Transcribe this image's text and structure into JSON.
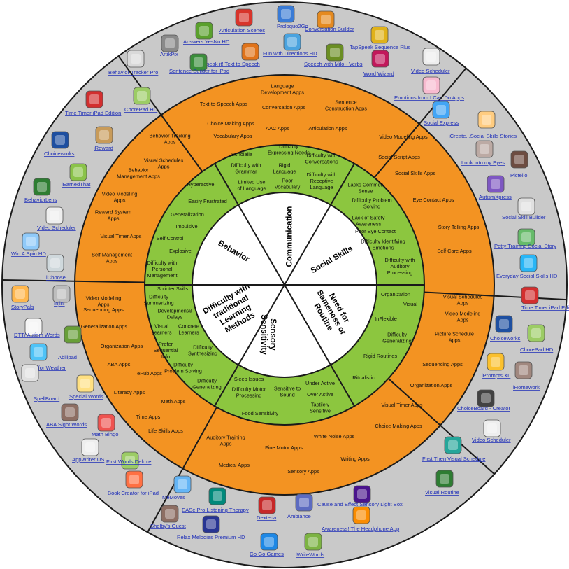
{
  "colors": {
    "outer_ring": "#c9c9c9",
    "mid_ring": "#f39322",
    "inner_ring": "#8cc63f",
    "core": "#ffffff",
    "link": "#1f2fb8",
    "divider": "#1a1a1a"
  },
  "core": [
    {
      "lines": [
        "Communication"
      ]
    },
    {
      "lines": [
        "Social Skills"
      ]
    },
    {
      "lines": [
        "Need for",
        "Sameness or",
        "Routine"
      ]
    },
    {
      "lines": [
        "Sensory",
        "Sensitivity"
      ]
    },
    {
      "lines": [
        "Difficulty with",
        "traditional",
        "Learning",
        "Methods"
      ]
    },
    {
      "lines": [
        "Behavior"
      ]
    }
  ],
  "needs": [
    [
      "Difficulty",
      "Expressing Needs"
    ],
    [
      "Difficulty with",
      "Conversations"
    ],
    [
      "Echolalia"
    ],
    [
      "Difficulty with",
      "Grammar"
    ],
    [
      "Rigid",
      "Language"
    ],
    [
      "Difficulty with",
      "Receptive",
      "Language"
    ],
    [
      "Limited Use",
      "of Language"
    ],
    [
      "Poor",
      "Vocabulary"
    ],
    [
      "Lacks Common",
      "Sense"
    ],
    [
      "Difficulty Problem",
      "Solving"
    ],
    [
      "Lack of Safety",
      "Awareness"
    ],
    [
      "Poor Eye Contact"
    ],
    [
      "Difficulty Identifying",
      "Emotions"
    ],
    [
      "Difficulty with",
      "Auditory",
      "Processing"
    ],
    [
      "Organization"
    ],
    [
      "Visual"
    ],
    [
      "InFlexible"
    ],
    [
      "Difficulty",
      "Generalizing"
    ],
    [
      "Rigid Routines"
    ],
    [
      "Ritualistic"
    ],
    [
      "Sleep Issues"
    ],
    [
      "Under Active"
    ],
    [
      "Difficulty Motor",
      "Processing"
    ],
    [
      "Sensitive to",
      "Sound"
    ],
    [
      "Over Active"
    ],
    [
      "Food Sensitivity"
    ],
    [
      "Tactilely",
      "Sensitive"
    ],
    [
      "Splinter Skills"
    ],
    [
      "Difficulty",
      "Summarizing"
    ],
    [
      "Developmental",
      "Delays"
    ],
    [
      "Visual",
      "Learners"
    ],
    [
      "Concrete",
      "Learners"
    ],
    [
      "Prefer",
      "Sequential",
      "Info"
    ],
    [
      "Difficulty",
      "Synthesizing"
    ],
    [
      "Difficulty",
      "Problem Solving"
    ],
    [
      "Difficulty",
      "Generalizing"
    ],
    [
      "Hyperactive"
    ],
    [
      "Easily Frustrated"
    ],
    [
      "Generalization"
    ],
    [
      "Impulsive"
    ],
    [
      "Self Control"
    ],
    [
      "Explosive"
    ],
    [
      "Difficulty with",
      "Personal",
      "Management"
    ]
  ],
  "app_categories": [
    [
      "Language",
      "Development Apps"
    ],
    [
      "Text-to-Speech Apps"
    ],
    [
      "Conversation Apps"
    ],
    [
      "Sentence",
      "Construction Apps"
    ],
    [
      "Choice Making Apps"
    ],
    [
      "AAC Apps"
    ],
    [
      "Articulation Apps"
    ],
    [
      "Vocabulary Apps"
    ],
    [
      "Video Modeling Apps"
    ],
    [
      "Social Script Apps"
    ],
    [
      "Social Skills Apps"
    ],
    [
      "Eye Contact Apps"
    ],
    [
      "Story Telling Apps"
    ],
    [
      "Self Care Apps"
    ],
    [
      "Visual Schedules",
      "Apps"
    ],
    [
      "Video Modeling",
      "Apps"
    ],
    [
      "Picture Schedule",
      "Apps"
    ],
    [
      "Sequencing Apps"
    ],
    [
      "Organization Apps"
    ],
    [
      "Visual Timer Apps"
    ],
    [
      "Choice Making Apps"
    ],
    [
      "Auditory Training",
      "Apps"
    ],
    [
      "White Noise Apps"
    ],
    [
      "Fine Motor Apps"
    ],
    [
      "Writing Apps"
    ],
    [
      "Medical Apps"
    ],
    [
      "Sensory Apps"
    ],
    [
      "Video Modeling",
      "Apps"
    ],
    [
      "Sequencing Apps"
    ],
    [
      "Generalization Apps"
    ],
    [
      "Organization Apps"
    ],
    [
      "ABA Apps"
    ],
    [
      "ePub Apps"
    ],
    [
      "Literacy Apps"
    ],
    [
      "Math Apps"
    ],
    [
      "Time Apps"
    ],
    [
      "Life Skills Apps"
    ],
    [
      "Behavior Tracking",
      "Apps"
    ],
    [
      "Visual Schedules",
      "Apps"
    ],
    [
      "Behavior",
      "Management Apps"
    ],
    [
      "Video Modeling",
      "Apps"
    ],
    [
      "Reward System",
      "Apps"
    ],
    [
      "Visual Timer Apps"
    ],
    [
      "Self Management",
      "Apps"
    ]
  ],
  "apps": [
    {
      "name": "Articulation Scenes",
      "icon": "articulation-scenes-icon",
      "color": "#d8342b"
    },
    {
      "name": "Proloquo2Go",
      "icon": "proloquo2go-icon",
      "color": "#3a7bd5"
    },
    {
      "name": "Answers:YesNo HD",
      "icon": "answers-yesno-icon",
      "color": "#5aa02c"
    },
    {
      "name": "Conversation Builder",
      "icon": "conversation-builder-icon",
      "color": "#e58a1f"
    },
    {
      "name": "ArtikPix",
      "icon": "artikpix-icon",
      "color": "#8a8a8a"
    },
    {
      "name": "TapSpeak Sequence Plus",
      "icon": "tapspeak-icon",
      "color": "#e0b21a"
    },
    {
      "name": "Fun with Directions HD",
      "icon": "fun-with-directions-icon",
      "color": "#4aa3df"
    },
    {
      "name": "Speak it! Text to Speech",
      "icon": "speak-it-icon",
      "color": "#e0731a"
    },
    {
      "name": "Speech with Milo - Verbs",
      "icon": "speech-with-milo-icon",
      "color": "#6b8e23"
    },
    {
      "name": "Word Wizard",
      "icon": "word-wizard-icon",
      "color": "#c2185b"
    },
    {
      "name": "Sentence Builder for iPad",
      "icon": "sentence-builder-icon",
      "color": "#3b8e3b"
    },
    {
      "name": "Behavior Tracker Pro",
      "icon": "behavior-tracker-icon",
      "color": "#d9d9d9"
    },
    {
      "name": "Time Timer iPad Edition",
      "icon": "time-timer-icon",
      "color": "#d32f2f"
    },
    {
      "name": "ChorePad HD",
      "icon": "chorepad-icon",
      "color": "#9ccc65"
    },
    {
      "name": "Choiceworks",
      "icon": "choiceworks-icon",
      "color": "#1e4fa0"
    },
    {
      "name": "iReward",
      "icon": "ireward-icon",
      "color": "#c89b5a"
    },
    {
      "name": "iEarnedThat",
      "icon": "iearnedthat-icon",
      "color": "#8bc34a"
    },
    {
      "name": "BehaviorLens",
      "icon": "behaviorlens-icon",
      "color": "#2e7d32"
    },
    {
      "name": "Video Scheduler",
      "icon": "video-scheduler-icon",
      "color": "#eeeeee"
    },
    {
      "name": "Win A Spin HD",
      "icon": "win-a-spin-icon",
      "color": "#90caf9"
    },
    {
      "name": "iChoose",
      "icon": "ichoose-icon",
      "color": "#cfd8dc"
    },
    {
      "name": "Video Scheduler",
      "icon": "video-scheduler-icon",
      "color": "#eeeeee"
    },
    {
      "name": "Emotions from I Can Do Apps",
      "icon": "emotions-icon",
      "color": "#f8bbd0"
    },
    {
      "name": "Social Express",
      "icon": "social-express-icon",
      "color": "#42a5f5"
    },
    {
      "name": "iCreate...Social Skills Stories",
      "icon": "icreate-icon",
      "color": "#ffcc80"
    },
    {
      "name": "Look into my Eyes",
      "icon": "look-into-my-eyes-icon",
      "color": "#bcaaa4"
    },
    {
      "name": "Pictello",
      "icon": "pictello-icon",
      "color": "#6d4c41"
    },
    {
      "name": "AutismXpress",
      "icon": "autismxpress-icon",
      "color": "#7e57c2"
    },
    {
      "name": "Social Skill Builder",
      "icon": "social-skill-builder-icon",
      "color": "#e0e0e0"
    },
    {
      "name": "Potty Training Social Story",
      "icon": "potty-training-icon",
      "color": "#66bb6a"
    },
    {
      "name": "Everyday Social Skills HD",
      "icon": "everyday-social-skills-icon",
      "color": "#29b6f6"
    },
    {
      "name": "Time Timer iPad Edition",
      "icon": "time-timer-icon",
      "color": "#d32f2f"
    },
    {
      "name": "Choiceworks",
      "icon": "choiceworks-icon",
      "color": "#1e4fa0"
    },
    {
      "name": "ChorePad HD",
      "icon": "chorepad-icon",
      "color": "#9ccc65"
    },
    {
      "name": "iPrompts XL",
      "icon": "iprompts-icon",
      "color": "#fbc02d"
    },
    {
      "name": "iHomework",
      "icon": "ihomework-icon",
      "color": "#a1887f"
    },
    {
      "name": "ChoiceBoard - Creator",
      "icon": "choiceboard-icon",
      "color": "#424242"
    },
    {
      "name": "Video Scheduler",
      "icon": "video-scheduler-icon",
      "color": "#eeeeee"
    },
    {
      "name": "First Then Visual Schedule",
      "icon": "first-then-icon",
      "color": "#26a69a"
    },
    {
      "name": "Visual Routine",
      "icon": "visual-routine-icon",
      "color": "#2e7d32"
    },
    {
      "name": "Cause and Effect Sensory Light Box",
      "icon": "cause-effect-icon",
      "color": "#4a148c"
    },
    {
      "name": "Awareness! The Headphone App",
      "icon": "awareness-icon",
      "color": "#fb8c00"
    },
    {
      "name": "Ambiance",
      "icon": "ambiance-icon",
      "color": "#5c6bc0"
    },
    {
      "name": "Dexteria",
      "icon": "dexteria-icon",
      "color": "#c62828"
    },
    {
      "name": "iWriteWords",
      "icon": "iwritewords-icon",
      "color": "#7cb342"
    },
    {
      "name": "Go Go Games",
      "icon": "go-go-games-icon",
      "color": "#1e88e5"
    },
    {
      "name": "MeMoves",
      "icon": "memoves-icon",
      "color": "#64b5f6"
    },
    {
      "name": "EASe Pro Listening Therapy",
      "icon": "ease-pro-icon",
      "color": "#00897b"
    },
    {
      "name": "Shelby's Quest",
      "icon": "shelbys-quest-icon",
      "color": "#8d6e63"
    },
    {
      "name": "Relax Melodies Premium HD",
      "icon": "relax-melodies-icon",
      "color": "#283593"
    },
    {
      "name": "StoryPals",
      "icon": "storypals-icon",
      "color": "#ffb74d"
    },
    {
      "name": "Injini",
      "icon": "injini-icon",
      "color": "#bdbdbd"
    },
    {
      "name": "DTT/ Autism Words",
      "icon": "dtt-autism-words-icon",
      "color": "#f5f5f5"
    },
    {
      "name": "Abilipad",
      "icon": "abilipad-icon",
      "color": "#689f38"
    },
    {
      "name": "iDress for Weather",
      "icon": "idress-icon",
      "color": "#4fc3f7"
    },
    {
      "name": "SpellBoard",
      "icon": "spellboard-icon",
      "color": "#e0e0e0"
    },
    {
      "name": "Special Words",
      "icon": "special-words-icon",
      "color": "#ffe082"
    },
    {
      "name": "ABA Sight Words",
      "icon": "aba-sight-words-icon",
      "color": "#8d6e63"
    },
    {
      "name": "Math Bingo",
      "icon": "math-bingo-icon",
      "color": "#ef5350"
    },
    {
      "name": "AppWriter US",
      "icon": "appwriter-icon",
      "color": "#eeeeee"
    },
    {
      "name": "First Words Deluxe",
      "icon": "first-words-icon",
      "color": "#9ccc65"
    },
    {
      "name": "Book Creator for iPad",
      "icon": "book-creator-icon",
      "color": "#ff7043"
    }
  ]
}
